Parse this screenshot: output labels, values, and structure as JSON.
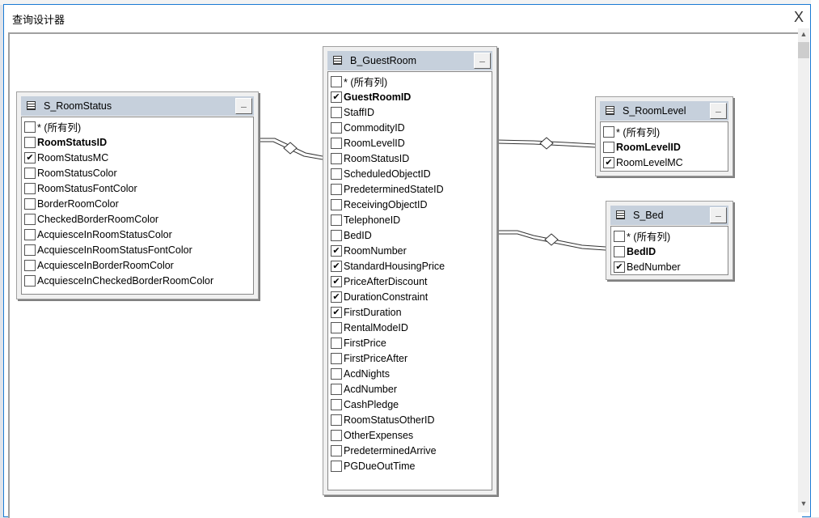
{
  "dialog": {
    "title": "查询设计器",
    "close": "X"
  },
  "tables": [
    {
      "name": "S_RoomStatus",
      "columns": [
        {
          "label": "* (所有列)",
          "checked": false,
          "key": false
        },
        {
          "label": "RoomStatusID",
          "checked": false,
          "key": true
        },
        {
          "label": "RoomStatusMC",
          "checked": true,
          "key": false
        },
        {
          "label": "RoomStatusColor",
          "checked": false,
          "key": false
        },
        {
          "label": "RoomStatusFontColor",
          "checked": false,
          "key": false
        },
        {
          "label": "BorderRoomColor",
          "checked": false,
          "key": false
        },
        {
          "label": "CheckedBorderRoomColor",
          "checked": false,
          "key": false
        },
        {
          "label": "AcquiesceInRoomStatusColor",
          "checked": false,
          "key": false
        },
        {
          "label": "AcquiesceInRoomStatusFontColor",
          "checked": false,
          "key": false
        },
        {
          "label": "AcquiesceInBorderRoomColor",
          "checked": false,
          "key": false
        },
        {
          "label": "AcquiesceInCheckedBorderRoomColor",
          "checked": false,
          "key": false
        }
      ]
    },
    {
      "name": "B_GuestRoom",
      "columns": [
        {
          "label": "* (所有列)",
          "checked": false,
          "key": false
        },
        {
          "label": "GuestRoomID",
          "checked": true,
          "key": true
        },
        {
          "label": "StaffID",
          "checked": false,
          "key": false
        },
        {
          "label": "CommodityID",
          "checked": false,
          "key": false
        },
        {
          "label": "RoomLevelID",
          "checked": false,
          "key": false
        },
        {
          "label": "RoomStatusID",
          "checked": false,
          "key": false
        },
        {
          "label": "ScheduledObjectID",
          "checked": false,
          "key": false
        },
        {
          "label": "PredeterminedStateID",
          "checked": false,
          "key": false
        },
        {
          "label": "ReceivingObjectID",
          "checked": false,
          "key": false
        },
        {
          "label": "TelephoneID",
          "checked": false,
          "key": false
        },
        {
          "label": "BedID",
          "checked": false,
          "key": false
        },
        {
          "label": "RoomNumber",
          "checked": true,
          "key": false
        },
        {
          "label": "StandardHousingPrice",
          "checked": true,
          "key": false
        },
        {
          "label": "PriceAfterDiscount",
          "checked": true,
          "key": false
        },
        {
          "label": "DurationConstraint",
          "checked": true,
          "key": false
        },
        {
          "label": "FirstDuration",
          "checked": true,
          "key": false
        },
        {
          "label": "RentalModeID",
          "checked": false,
          "key": false
        },
        {
          "label": "FirstPrice",
          "checked": false,
          "key": false
        },
        {
          "label": "FirstPriceAfter",
          "checked": false,
          "key": false
        },
        {
          "label": "AcdNights",
          "checked": false,
          "key": false
        },
        {
          "label": "AcdNumber",
          "checked": false,
          "key": false
        },
        {
          "label": "CashPledge",
          "checked": false,
          "key": false
        },
        {
          "label": "RoomStatusOtherID",
          "checked": false,
          "key": false
        },
        {
          "label": "OtherExpenses",
          "checked": false,
          "key": false
        },
        {
          "label": "PredeterminedArrive",
          "checked": false,
          "key": false
        },
        {
          "label": "PGDueOutTime",
          "checked": false,
          "key": false
        }
      ]
    },
    {
      "name": "S_RoomLevel",
      "columns": [
        {
          "label": "* (所有列)",
          "checked": false,
          "key": false
        },
        {
          "label": "RoomLevelID",
          "checked": false,
          "key": true
        },
        {
          "label": "RoomLevelMC",
          "checked": true,
          "key": false
        }
      ]
    },
    {
      "name": "S_Bed",
      "columns": [
        {
          "label": "* (所有列)",
          "checked": false,
          "key": false
        },
        {
          "label": "BedID",
          "checked": false,
          "key": true
        },
        {
          "label": "BedNumber",
          "checked": true,
          "key": false
        }
      ]
    }
  ]
}
